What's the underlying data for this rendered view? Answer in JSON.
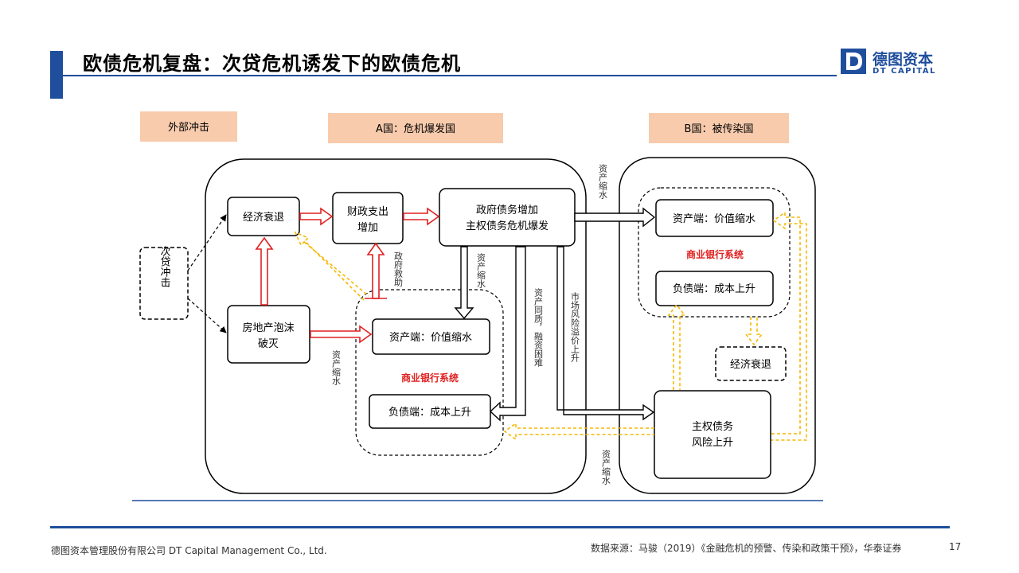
{
  "header": {
    "title": "欧债危机复盘：次贷危机诱发下的欧债危机",
    "logo_mark": "D",
    "logo_cn": "德图资本",
    "logo_en": "DT CAPITAL"
  },
  "diagram": {
    "region_labels": {
      "external": "外部冲击",
      "country_a": "A国：危机爆发国",
      "country_b": "B国：被传染国"
    },
    "nodes": {
      "subprime": "次贷冲击",
      "recession_a": "经济衰退",
      "fiscal": [
        "财政支出",
        "增加"
      ],
      "gov_debt": [
        "政府债务增加",
        "主权债务危机爆发"
      ],
      "housing": [
        "房地产泡沫",
        "破灭"
      ],
      "asset_a": "资产端：价值缩水",
      "liab_a": "负债端：成本上升",
      "bank_a": "商业银行系统",
      "asset_b": "资产端：价值缩水",
      "bank_b": "商业银行系统",
      "liab_b": "负债端：成本上升",
      "recession_b": "经济衰退",
      "sovereign_b": [
        "主权债务",
        "风险上升"
      ]
    },
    "edge_labels": {
      "bailout": "政府救助",
      "shrink_1": "资产缩水",
      "shrink_2": "资产缩水",
      "homogeneous": "资产同质，融资困难",
      "spillover": "市场风险溢价上升",
      "shrink_top": "资产缩水",
      "shrink_bottom": "资产缩水"
    }
  },
  "footer": {
    "company": "德图资本管理股份有限公司  DT Capital Management  Co., Ltd.",
    "source": "数据来源：马骏（2019）《金融危机的预警、传染和政策干预》，华泰证券",
    "page": "17"
  }
}
